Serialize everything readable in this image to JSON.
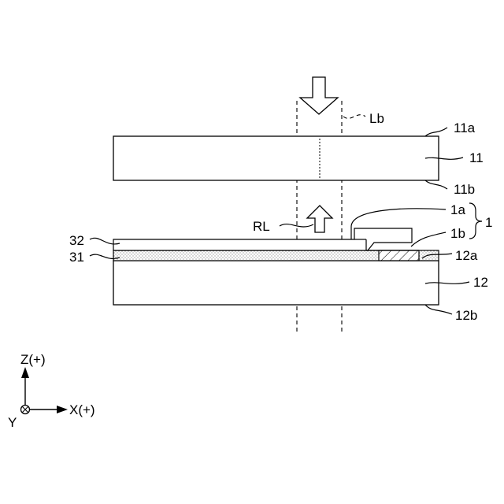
{
  "labels": {
    "lb": "Lb",
    "l11a": "11a",
    "l11": "11",
    "l11b": "11b",
    "l1a": "1a",
    "l1": "1",
    "l1b": "1b",
    "rl": "RL",
    "l32": "32",
    "l31": "31",
    "l12a": "12a",
    "l12": "12",
    "l12b": "12b"
  },
  "axes": {
    "z": "Z(+)",
    "x": "X(+)",
    "y": "Y"
  },
  "colors": {
    "stroke": "#000000",
    "background": "#ffffff",
    "dot_fill": "#777777"
  }
}
